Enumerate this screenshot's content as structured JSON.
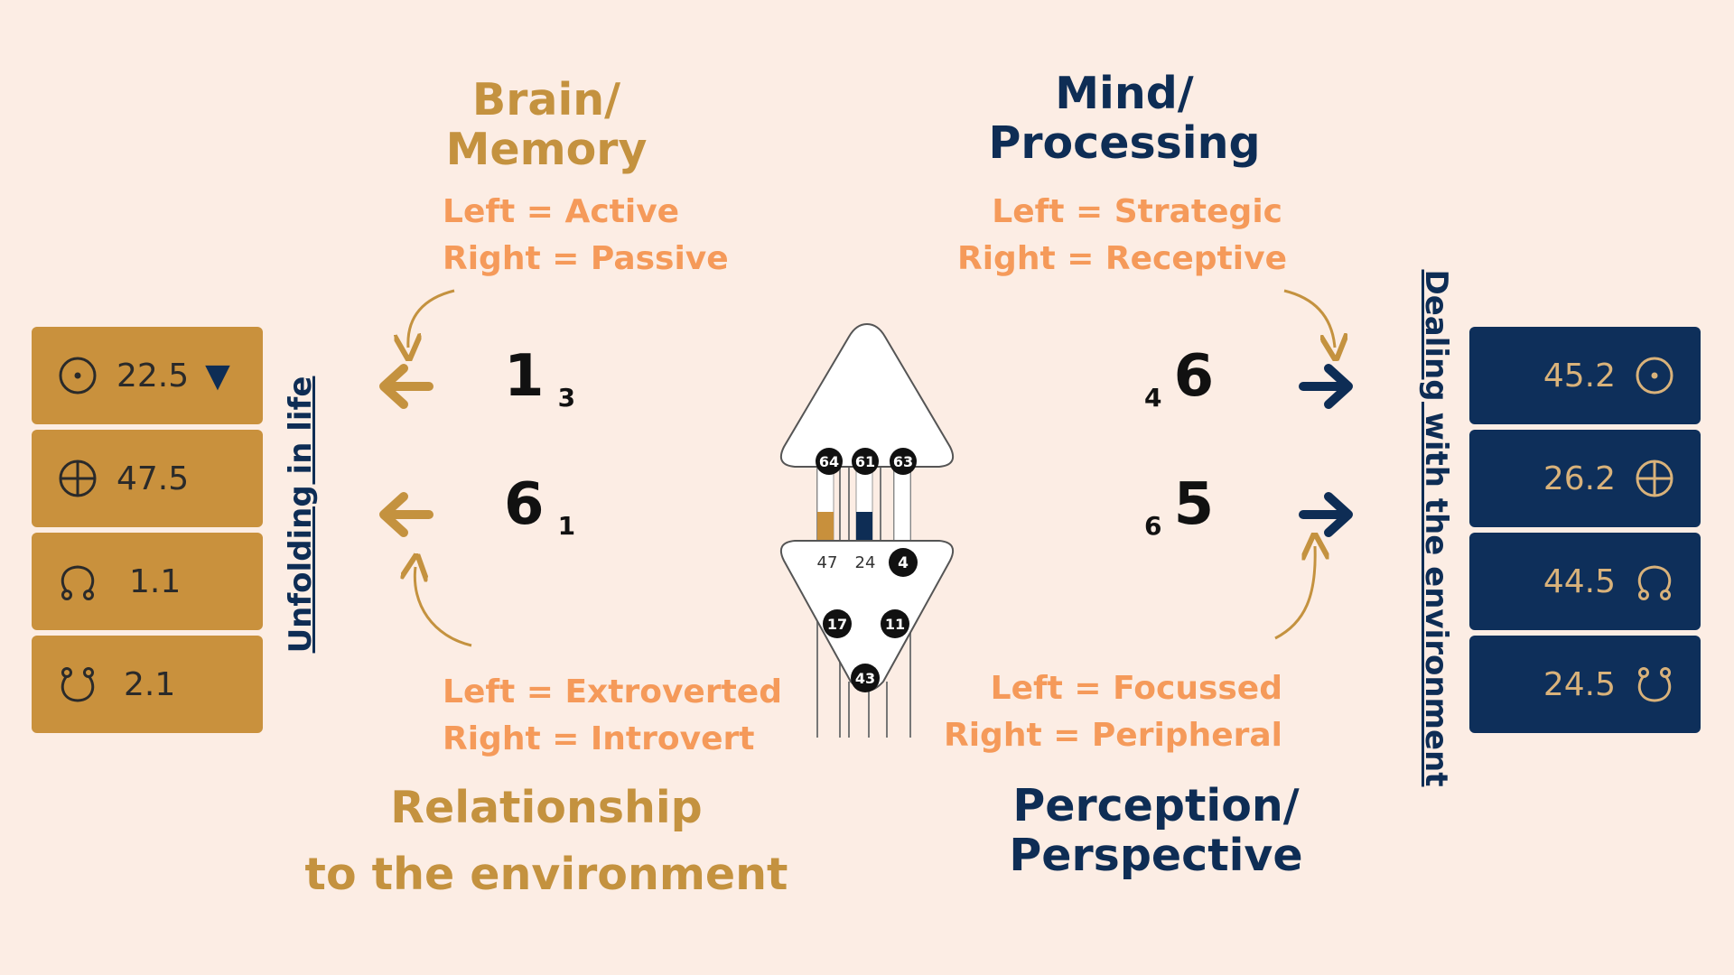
{
  "top_left": {
    "title_line1": "Brain/",
    "title_line2": "Memory",
    "line1": "Left = Active",
    "line2": "Right = Passive"
  },
  "top_right": {
    "title_line1": "Mind/",
    "title_line2": "Processing",
    "line1": "Left = Strategic",
    "line2": "Right = Receptive"
  },
  "bottom_left": {
    "line1": "Left = Extroverted",
    "line2": "Right = Introvert",
    "title_line1": "Relationship",
    "title_line2": "to the environment"
  },
  "bottom_right": {
    "line1": "Left = Focussed",
    "line2": "Right = Peripheral",
    "title_line1": "Perception/",
    "title_line2": "Perspective"
  },
  "left_numbers": [
    {
      "main": "1",
      "sub": "3"
    },
    {
      "main": "6",
      "sub": "1"
    }
  ],
  "right_numbers": [
    {
      "main": "6",
      "sub": "4"
    },
    {
      "main": "5",
      "sub": "6"
    }
  ],
  "vertical_labels": {
    "left": "Unfolding in life",
    "right": "Dealing with the environment"
  },
  "left_panel": [
    {
      "icon": "sun-circle-dot-icon",
      "value": "22.5",
      "marker": "▼"
    },
    {
      "icon": "earth-cross-circle-icon",
      "value": "47.5"
    },
    {
      "icon": "north-node-icon",
      "value": "1.1"
    },
    {
      "icon": "south-node-icon",
      "value": "2.1"
    }
  ],
  "right_panel": [
    {
      "icon": "sun-circle-dot-icon",
      "value": "45.2"
    },
    {
      "icon": "earth-cross-circle-icon",
      "value": "26.2"
    },
    {
      "icon": "north-node-icon",
      "value": "44.5"
    },
    {
      "icon": "south-node-icon",
      "value": "24.5"
    }
  ],
  "bodygraph": {
    "head_gates": [
      "64",
      "61",
      "63"
    ],
    "ajna_gates": [
      "47",
      "24",
      "4",
      "17",
      "11",
      "43"
    ]
  },
  "colors": {
    "gold": "#c9913d",
    "navy": "#0e2f5a",
    "orange": "#f59a5a",
    "background": "#fcede4"
  }
}
